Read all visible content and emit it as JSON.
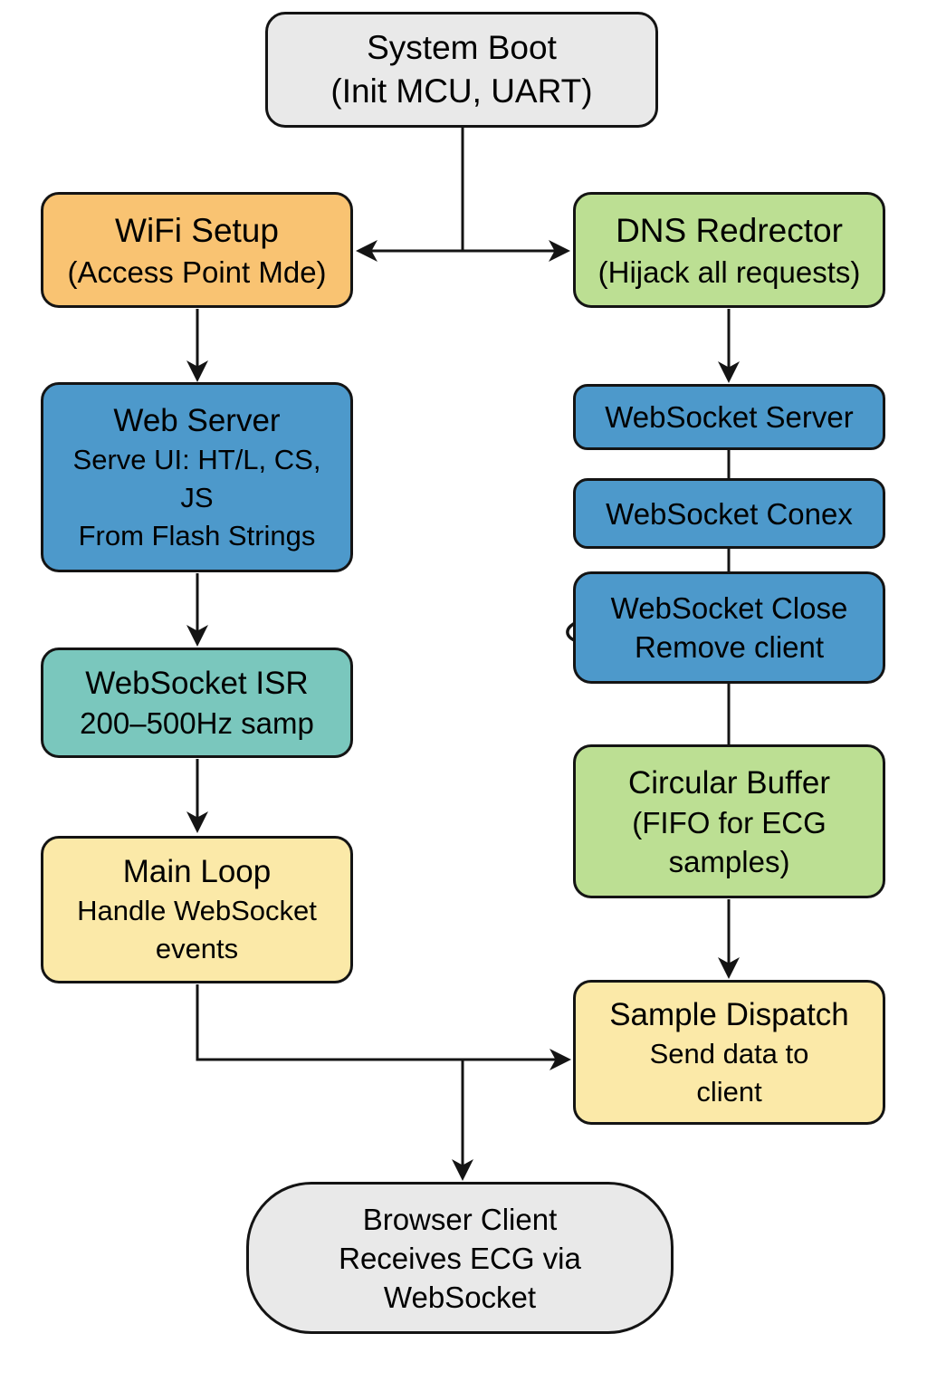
{
  "diagram_type": "flowchart",
  "nodes": {
    "system_boot": {
      "shape": "terminator",
      "lines": [
        "System Boot",
        "(Init MCU, UART)"
      ]
    },
    "wifi_setup": {
      "shape": "process",
      "lines": [
        "WiFi Setup",
        "(Access Point Mde)"
      ]
    },
    "dns_redirector": {
      "shape": "process",
      "lines": [
        "DNS Redrector",
        "(Hijack all requests)"
      ]
    },
    "web_server": {
      "shape": "process",
      "lines": [
        "Web Server",
        "Serve UI: HT/L, CS,",
        "JS",
        "From Flash Strings"
      ]
    },
    "websocket_server": {
      "shape": "process",
      "lines": [
        "WebSocket Server"
      ]
    },
    "websocket_conex": {
      "shape": "process",
      "lines": [
        "WebSocket Conex"
      ]
    },
    "websocket_close": {
      "shape": "process",
      "lines": [
        "WebSocket Close",
        "Remove client"
      ]
    },
    "websocket_isr": {
      "shape": "process",
      "lines": [
        "WebSocket ISR",
        "200–500Hz samp"
      ]
    },
    "main_loop": {
      "shape": "process",
      "lines": [
        "Main Loop",
        "Handle WebSocket",
        "events"
      ]
    },
    "circular_buffer": {
      "shape": "process",
      "lines": [
        "Circular Buffer",
        "(FIFO for ECG",
        "samples)"
      ]
    },
    "sample_dispatch": {
      "shape": "process",
      "lines": [
        "Sample Dispatch",
        "Send data to",
        "client"
      ]
    },
    "browser_client": {
      "shape": "terminator",
      "lines": [
        "Browser Client",
        "Receives ECG via",
        "WebSocket"
      ]
    }
  },
  "edges": [
    {
      "from": "system_boot",
      "to": "wifi_setup",
      "arrow": true
    },
    {
      "from": "system_boot",
      "to": "dns_redirector",
      "arrow": true
    },
    {
      "from": "wifi_setup",
      "to": "web_server",
      "arrow": true
    },
    {
      "from": "dns_redirector",
      "to": "websocket_server",
      "arrow": true
    },
    {
      "from": "web_server",
      "to": "websocket_isr",
      "arrow": true
    },
    {
      "from": "websocket_server",
      "to": "websocket_conex",
      "arrow": false
    },
    {
      "from": "websocket_conex",
      "to": "websocket_close",
      "arrow": false
    },
    {
      "from": "websocket_close",
      "to": "circular_buffer",
      "arrow": false
    },
    {
      "from": "websocket_isr",
      "to": "main_loop",
      "arrow": true
    },
    {
      "from": "circular_buffer",
      "to": "sample_dispatch",
      "arrow": true
    },
    {
      "from": "main_loop",
      "to": "sample_dispatch",
      "arrow": true
    },
    {
      "from": "main_loop",
      "to": "browser_client",
      "arrow": true
    }
  ],
  "colors": {
    "background": "#ffffff",
    "border": "#141414",
    "arrow": "#141414",
    "terminator_gray": "#e9e9e9",
    "wifi_orange": "#f9c372",
    "buffer_green": "#bcdf93",
    "process_blue": "#4d99cb",
    "isr_teal": "#7ac7bd",
    "loop_yellow": "#fbe9a8"
  }
}
